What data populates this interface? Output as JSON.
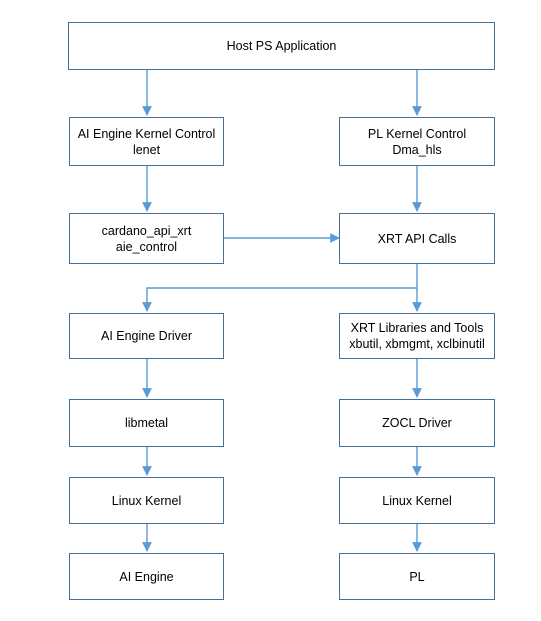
{
  "colors": {
    "line": "#5b9bd5",
    "border": "#41719c",
    "text": "#000000"
  },
  "boxes": {
    "host": {
      "l1": "Host PS Application"
    },
    "aie_ctrl": {
      "l1": "AI Engine Kernel Control",
      "l2": "lenet"
    },
    "pl_ctrl": {
      "l1": "PL Kernel Control",
      "l2": "Dma_hls"
    },
    "cardano": {
      "l1": "cardano_api_xrt",
      "l2": "aie_control"
    },
    "xrt_api": {
      "l1": "XRT API Calls"
    },
    "aie_driver": {
      "l1": "AI Engine Driver"
    },
    "xrt_libs": {
      "l1": "XRT Libraries and Tools",
      "l2": "xbutil, xbmgmt, xclbinutil"
    },
    "libmetal": {
      "l1": "libmetal"
    },
    "zocl": {
      "l1": "ZOCL Driver"
    },
    "linux_left": {
      "l1": "Linux Kernel"
    },
    "linux_right": {
      "l1": "Linux Kernel"
    },
    "ai_engine": {
      "l1": "AI Engine"
    },
    "pl": {
      "l1": "PL"
    }
  }
}
